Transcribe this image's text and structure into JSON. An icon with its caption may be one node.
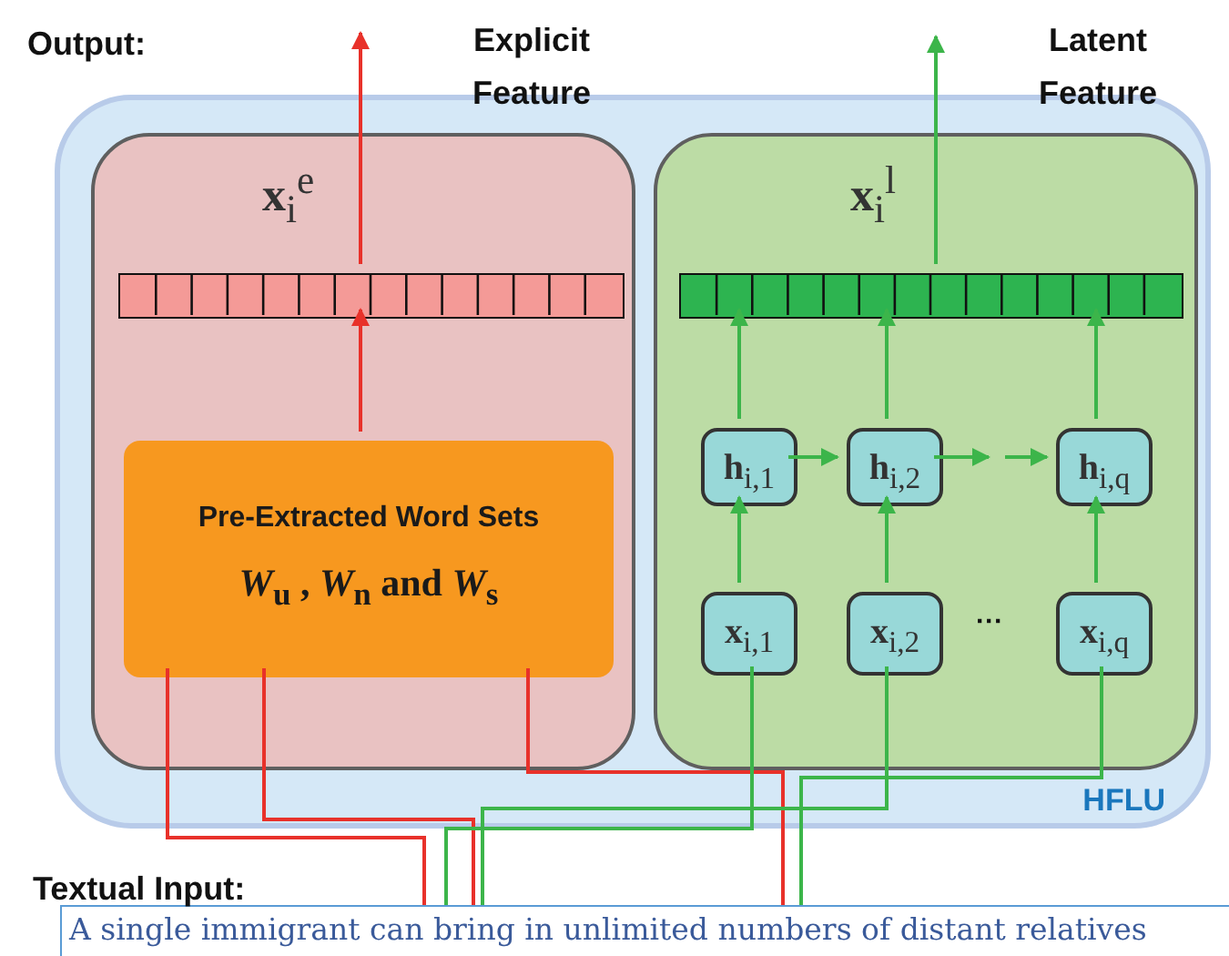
{
  "diagram": {
    "nodes": [
      {
        "text": [
          "HFLU"
        ]
      },
      {
        "text": [
          "**x**$_{i}$$^{e}$"
        ],
        "in": 0
      },
      {
        "text": [],
        "shape": "bar",
        "in": 1
      },
      {
        "text": [
          "Pre-Extracted Word Sets",
          "*W*$_{u}$ , *W*$_{n}$ and *W*$_{s}$"
        ],
        "in": 1
      },
      {
        "text": [
          "**x**$_{i}$$^{l}$"
        ],
        "in": 0
      },
      {
        "text": [],
        "shape": "bar",
        "in": 4
      },
      {
        "text": [
          "**h**$_{i,1}$"
        ],
        "in": 4
      },
      {
        "text": [
          "**h**$_{i,2}$"
        ],
        "in": 4
      },
      {
        "text": [
          "**h**$_{i,q}$"
        ],
        "in": 4
      },
      {
        "text": [
          "**x**$_{i,1}$"
        ],
        "in": 4
      },
      {
        "text": [
          "**x**$_{i,2}$"
        ],
        "in": 4
      },
      {
        "text": [
          "**x**$_{i,q}$"
        ],
        "in": 4
      },
      {
        "text": [
          "A single immigrant can bring in unlimited numbers of distant relatives"
        ]
      }
    ],
    "edges": [
      {
        "from": 3,
        "to": 2,
        "arrow": "to",
        "color": "#e8312a"
      },
      {
        "from": 2,
        "to": null,
        "arrow": "to",
        "color": "#e8312a"
      },
      {
        "from": 5,
        "to": null,
        "arrow": "to"
      },
      {
        "from": 6,
        "to": 5,
        "arrow": "to"
      },
      {
        "from": 7,
        "to": 5,
        "arrow": "to"
      },
      {
        "from": 8,
        "to": 5,
        "arrow": "to"
      },
      {
        "from": 9,
        "to": 6,
        "arrow": "to"
      },
      {
        "from": 10,
        "to": 7,
        "arrow": "to"
      },
      {
        "from": 11,
        "to": 8,
        "arrow": "to"
      },
      {
        "from": 6,
        "to": 7,
        "arrow": "to"
      },
      {
        "from": 7,
        "to": null,
        "arrow": "to"
      },
      {
        "from": null,
        "to": 8,
        "arrow": "to"
      },
      {
        "from": 12,
        "to": 3,
        "arrow": "none",
        "color": "#e8312a"
      },
      {
        "from": 12,
        "to": 3,
        "arrow": "none",
        "color": "#e8312a"
      },
      {
        "from": 12,
        "to": 3,
        "arrow": "none",
        "color": "#e8312a"
      },
      {
        "from": 12,
        "to": 9,
        "arrow": "none"
      },
      {
        "from": 12,
        "to": 10,
        "arrow": "none"
      },
      {
        "from": 12,
        "to": 11,
        "arrow": "none"
      }
    ],
    "labels": [
      "Output:",
      "Explicit Feature",
      "Latent Feature",
      "···",
      "Textual Input:"
    ]
  }
}
